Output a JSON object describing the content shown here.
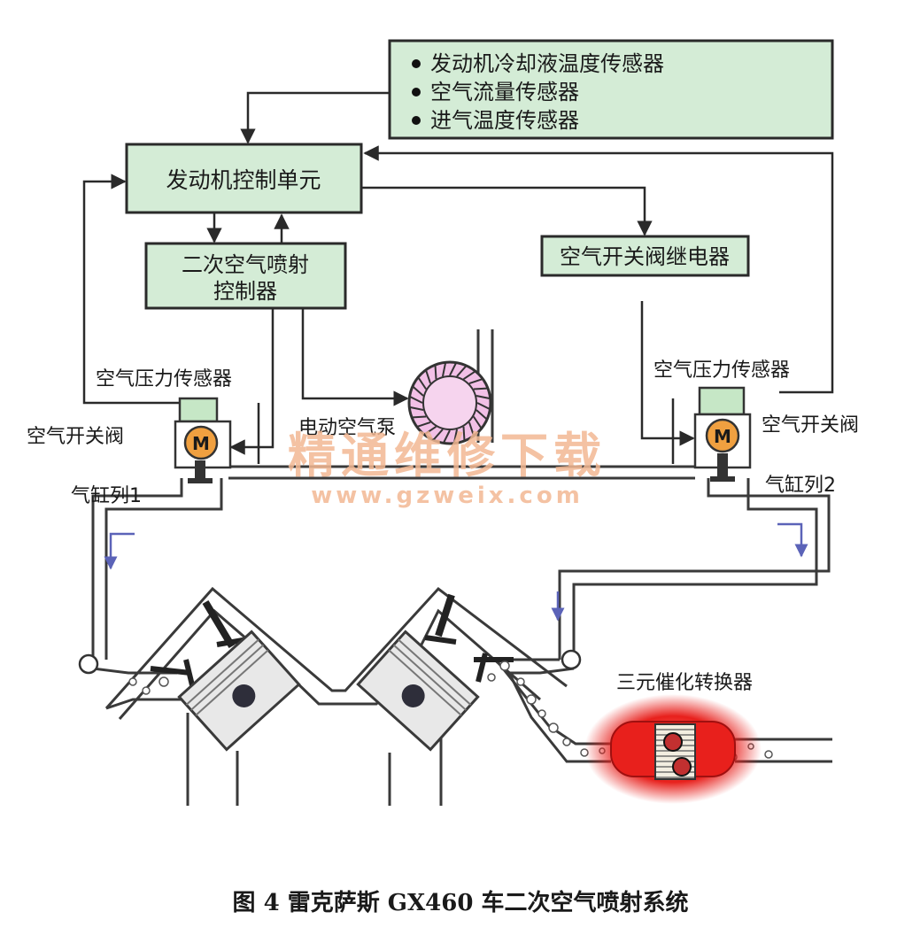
{
  "sensors": {
    "items": [
      "发动机冷却液温度传感器",
      "空气流量传感器",
      "进气温度传感器"
    ]
  },
  "ecu": {
    "label": "发动机控制单元"
  },
  "secondary_controller": {
    "line1": "二次空气喷射",
    "line2": "控制器"
  },
  "relay": {
    "label": "空气开关阀继电器"
  },
  "left": {
    "pressure_sensor": "空气压力传感器",
    "switch_valve": "空气开关阀",
    "bank": "气缸列1"
  },
  "right": {
    "pressure_sensor": "空气压力传感器",
    "switch_valve": "空气开关阀",
    "bank": "气缸列2"
  },
  "pump": {
    "label": "电动空气泵"
  },
  "motor_letter": "M",
  "catalyst": {
    "label": "三元催化转换器"
  },
  "watermark": {
    "cn": "精通维修下载",
    "url": "www.gzweix.com"
  },
  "caption": "图 4    雷克萨斯 GX460 车二次空气喷射系统",
  "colors": {
    "box_fill": "#d4ecd6",
    "motor": "#f0a040",
    "pump": "#f2c0e6",
    "catalyst_glow": "#e8201c",
    "watermark": "#f3b894",
    "flow_arrow": "#5b63b8"
  }
}
